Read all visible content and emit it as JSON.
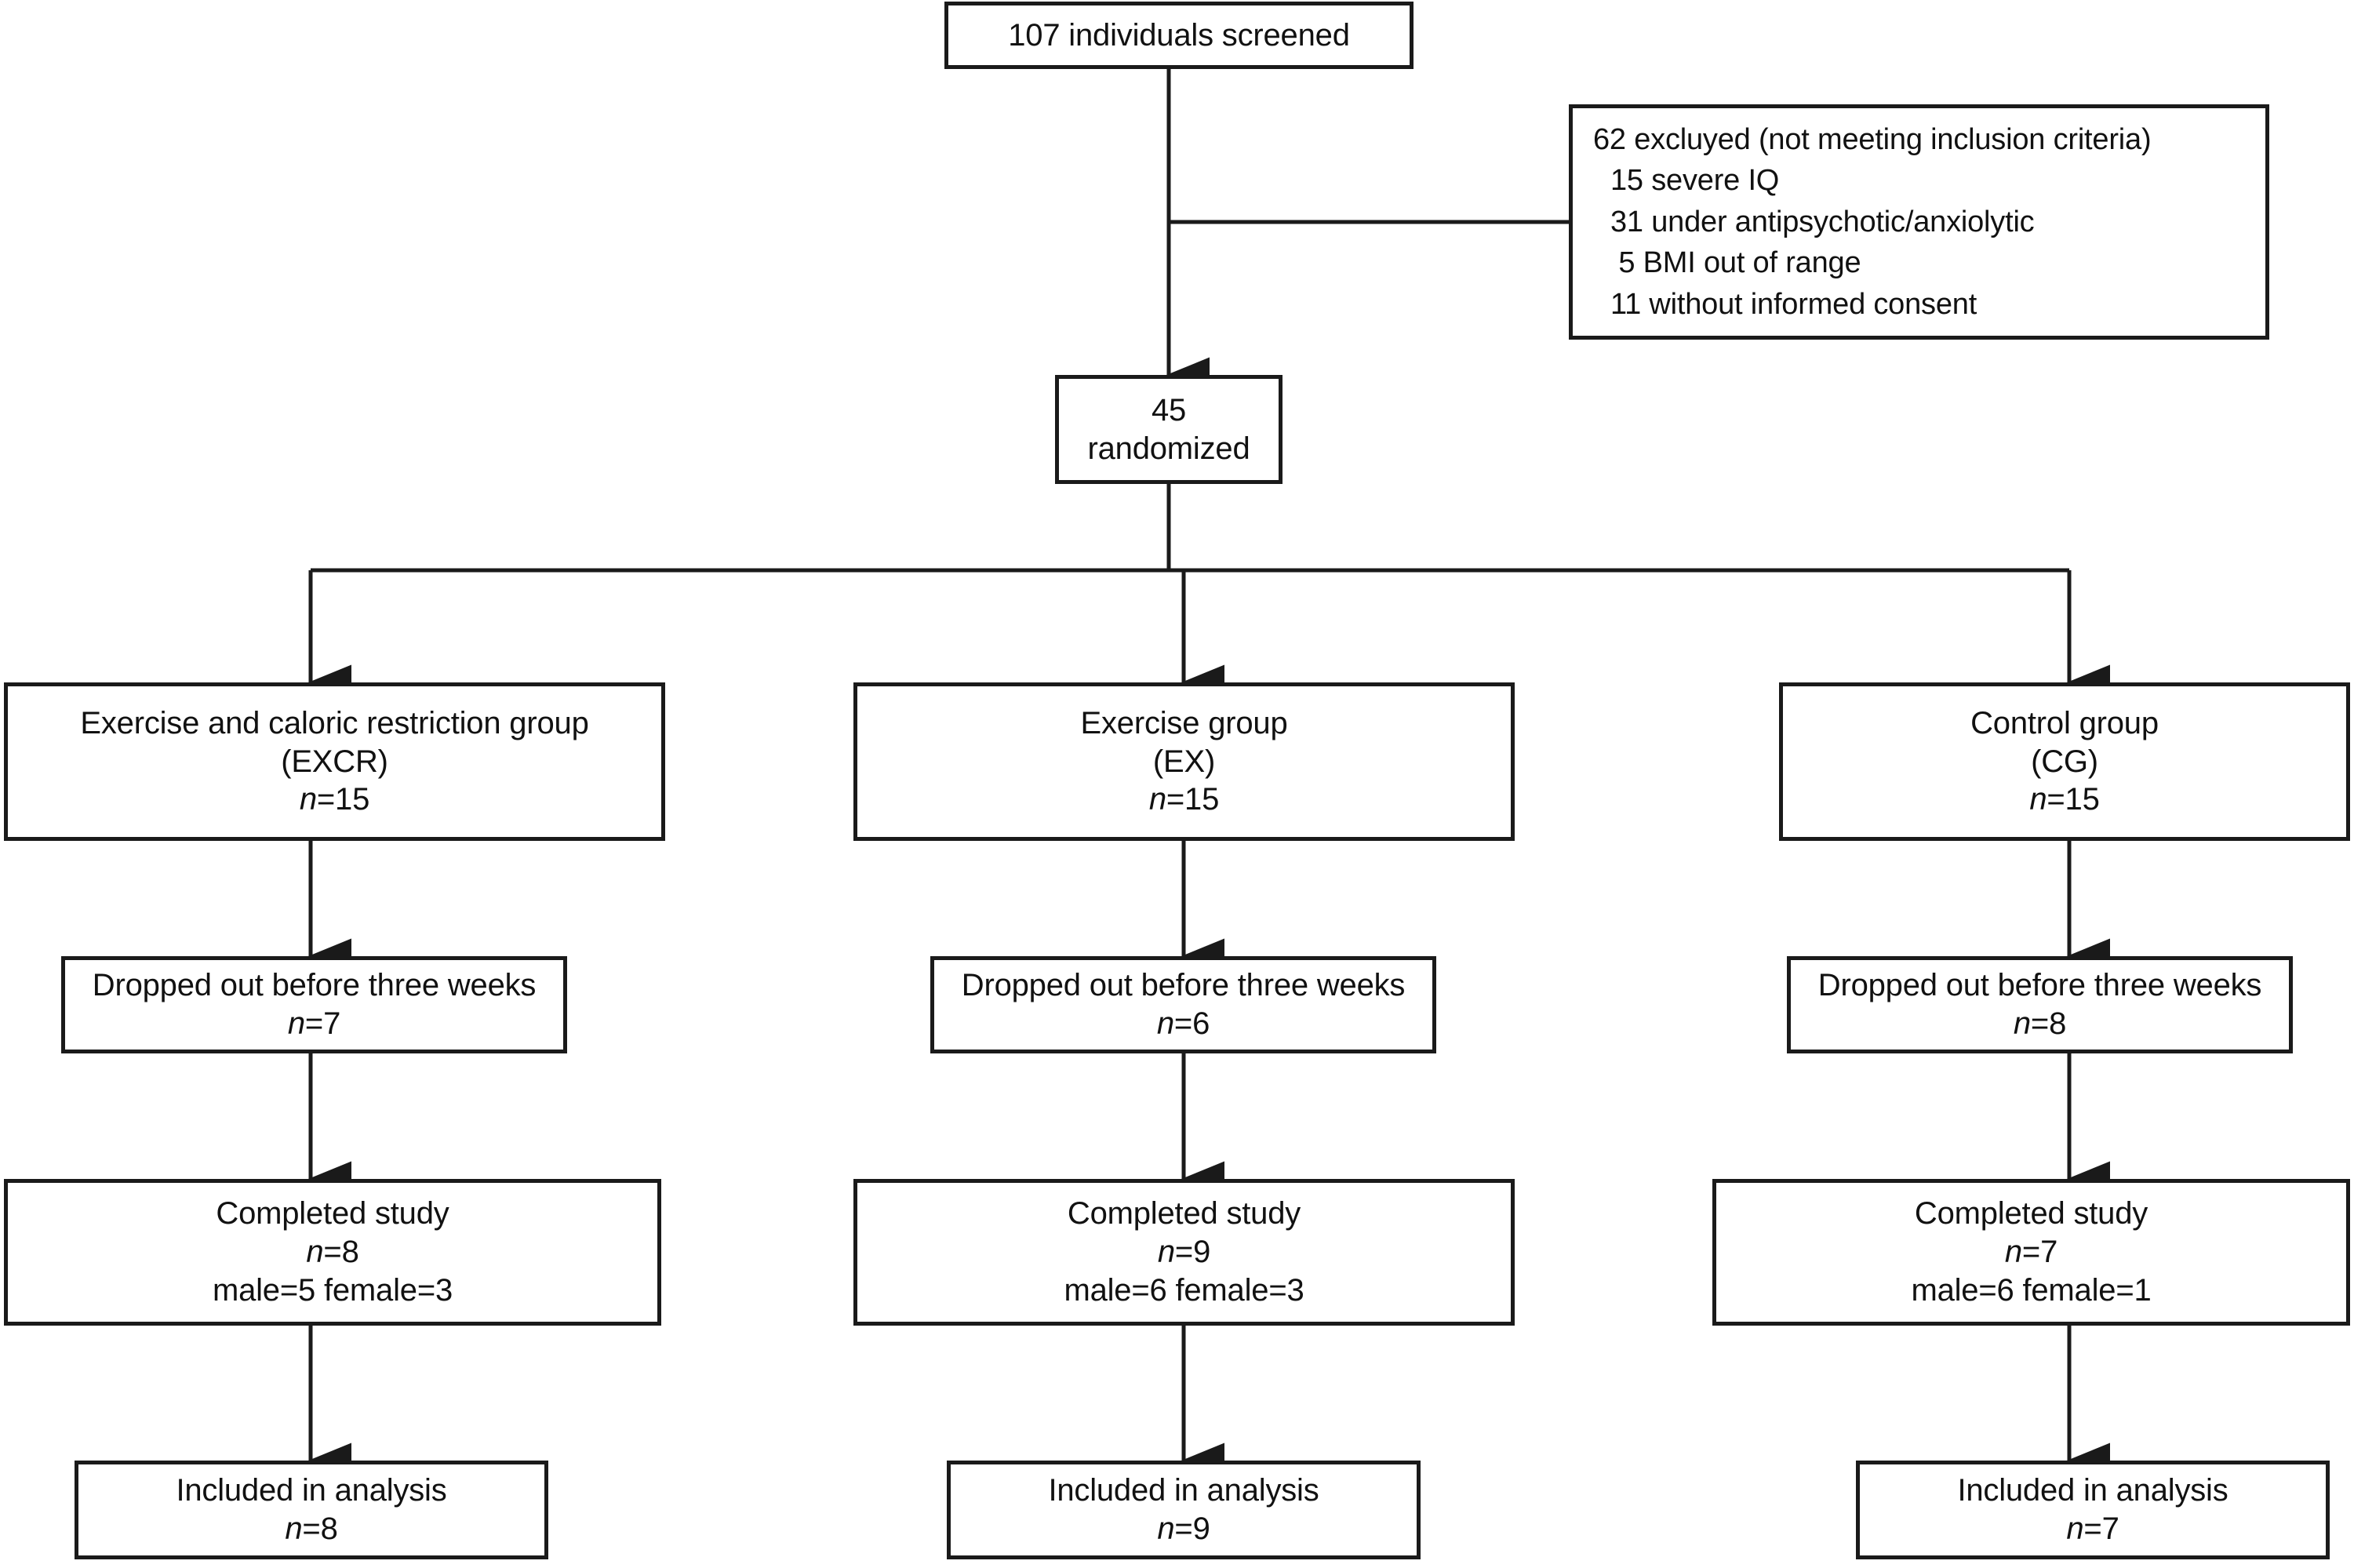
{
  "diagram": {
    "type": "consort-flow-diagram",
    "colors": {
      "stroke": "#1a1a1a",
      "text": "#111111",
      "background": "#ffffff"
    },
    "screened": {
      "label": "107 individuals screened",
      "count": 107
    },
    "excluded": {
      "heading": "62 excluyed (not meeting inclusion criteria)",
      "total": 62,
      "reasons": [
        {
          "text": "15 severe IQ",
          "count": 15
        },
        {
          "text": "31 under antipsychotic/anxiolytic",
          "count": 31
        },
        {
          "text": " 5 BMI out of range",
          "count": 5
        },
        {
          "text": "11 without informed consent",
          "count": 11
        }
      ]
    },
    "randomized": {
      "line1": "45",
      "line2": "randomized",
      "count": 45
    },
    "arms": [
      {
        "id": "excr",
        "group": {
          "name": "Exercise and caloric restriction group",
          "abbrev": "(EXCR)",
          "n_label": "n",
          "n_eq": "=15",
          "n": 15
        },
        "dropped": {
          "label": "Dropped out before three weeks",
          "n_label": "n",
          "n_eq": "=7",
          "n": 7
        },
        "completed": {
          "label": "Completed study",
          "n_label": "n",
          "n_eq": "=8",
          "n": 8,
          "sex": "male=5 female=3",
          "male": 5,
          "female": 3
        },
        "analysis": {
          "label": "Included in analysis",
          "n_label": "n",
          "n_eq": "=8",
          "n": 8
        }
      },
      {
        "id": "ex",
        "group": {
          "name": "Exercise group",
          "abbrev": "(EX)",
          "n_label": "n",
          "n_eq": "=15",
          "n": 15
        },
        "dropped": {
          "label": "Dropped out before three weeks",
          "n_label": "n",
          "n_eq": "=6",
          "n": 6
        },
        "completed": {
          "label": "Completed study",
          "n_label": "n",
          "n_eq": "=9",
          "n": 9,
          "sex": "male=6 female=3",
          "male": 6,
          "female": 3
        },
        "analysis": {
          "label": "Included in analysis",
          "n_label": "n",
          "n_eq": "=9",
          "n": 9
        }
      },
      {
        "id": "cg",
        "group": {
          "name": "Control group",
          "abbrev": "(CG)",
          "n_label": "n",
          "n_eq": "=15",
          "n": 15
        },
        "dropped": {
          "label": "Dropped out before three weeks",
          "n_label": "n",
          "n_eq": "=8",
          "n": 8
        },
        "completed": {
          "label": "Completed study",
          "n_label": "n",
          "n_eq": "=7",
          "n": 7,
          "sex": "male=6 female=1",
          "male": 6,
          "female": 1
        },
        "analysis": {
          "label": "Included in analysis",
          "n_label": "n",
          "n_eq": "=7",
          "n": 7
        }
      }
    ]
  }
}
